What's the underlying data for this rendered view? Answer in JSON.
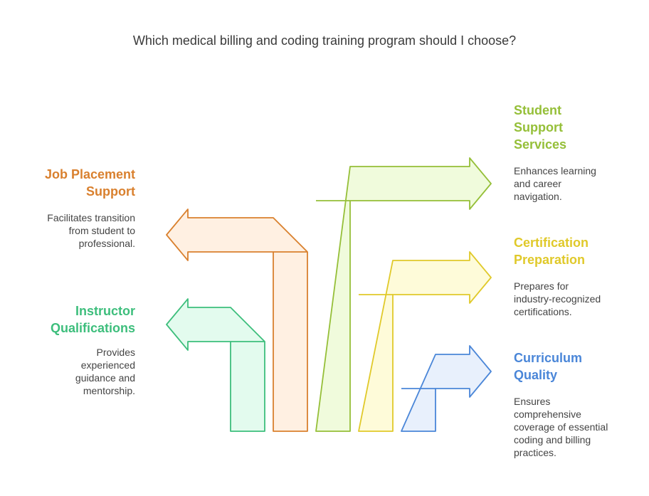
{
  "title": "Which medical billing and coding training program should I choose?",
  "items": [
    {
      "key": "instructor",
      "heading_lines": [
        "Instructor",
        "Qualifications"
      ],
      "desc_lines": [
        "Provides",
        "experienced",
        "guidance and",
        "mentorship."
      ],
      "color": "#3dbe7c",
      "fill": "#e3fbee"
    },
    {
      "key": "job",
      "heading_lines": [
        "Job Placement",
        "Support"
      ],
      "desc_lines": [
        "Facilitates transition",
        "from student to",
        "professional."
      ],
      "color": "#d9802e",
      "fill": "#fff0e2"
    },
    {
      "key": "student",
      "heading_lines": [
        "Student",
        "Support",
        "Services"
      ],
      "desc_lines": [
        "Enhances learning",
        "and career",
        "navigation."
      ],
      "color": "#95bf38",
      "fill": "#f0fbdc"
    },
    {
      "key": "certification",
      "heading_lines": [
        "Certification",
        "Preparation"
      ],
      "desc_lines": [
        "Prepares for",
        "industry-recognized",
        "certifications."
      ],
      "color": "#e0c92a",
      "fill": "#fefbd9"
    },
    {
      "key": "curriculum",
      "heading_lines": [
        "Curriculum",
        "Quality"
      ],
      "desc_lines": [
        "Ensures",
        "comprehensive",
        "coverage of essential",
        "coding and billing",
        "practices."
      ],
      "color": "#4a86d8",
      "fill": "#e8f0fc"
    }
  ]
}
